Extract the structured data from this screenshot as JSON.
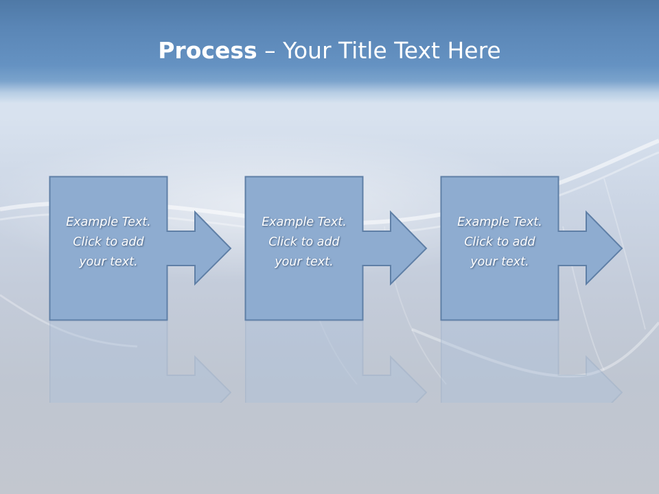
{
  "slide": {
    "title_strong": "Process",
    "title_rest": " – Your Title Text Here"
  },
  "steps": [
    {
      "line1": "Example Text.",
      "line2": "Click  to add",
      "line3": "your text."
    },
    {
      "line1": "Example Text.",
      "line2": "Click  to add",
      "line3": "your text."
    },
    {
      "line1": "Example Text.",
      "line2": "Click  to add",
      "line3": "your text."
    }
  ],
  "colors": {
    "box_fill": "#8eacd0",
    "box_stroke": "#5f7fa6",
    "title_band": "#5a86b6"
  }
}
